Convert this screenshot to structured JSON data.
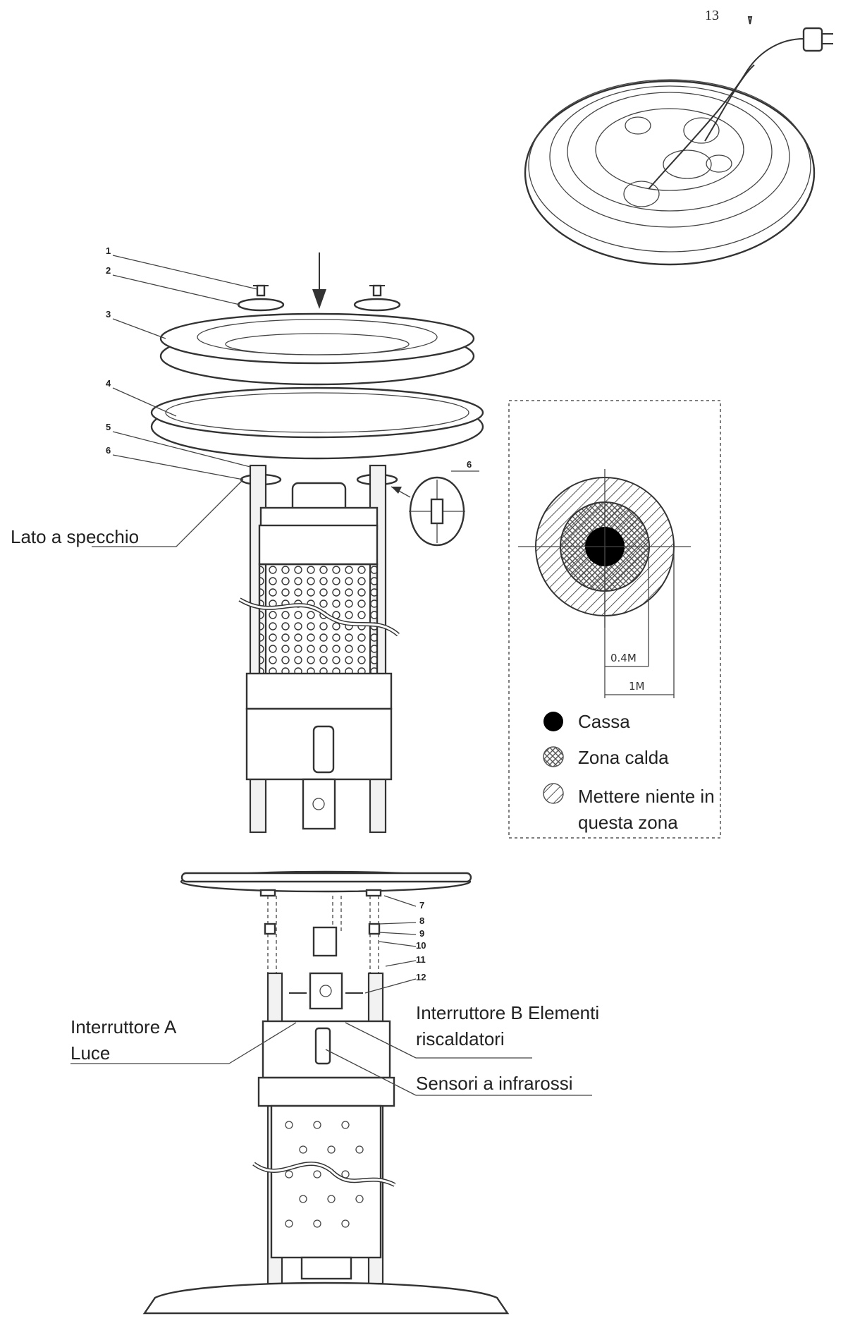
{
  "page_number": "13",
  "part_numbers": [
    "1",
    "2",
    "3",
    "4",
    "5",
    "6",
    "6",
    "7",
    "8",
    "9",
    "10",
    "11",
    "12"
  ],
  "labels": {
    "mirror_side": "Lato a specchio",
    "switch_a_line1": "Interruttore A",
    "switch_a_line2": "Luce",
    "switch_b_line1": "Interruttore B Elementi",
    "switch_b_line2": "riscaldatori",
    "infrared": "Sensori a infrarossi"
  },
  "safety_zone": {
    "dim_inner": "0.4M",
    "dim_outer": "1M",
    "legend": [
      {
        "label": "Cassa"
      },
      {
        "label": "Zona calda"
      },
      {
        "label": "Mettere niente in"
      },
      {
        "label": "questa zona"
      }
    ]
  },
  "colors": {
    "ink": "#333333",
    "fill": "#ffffff",
    "hatch": "#555555"
  }
}
